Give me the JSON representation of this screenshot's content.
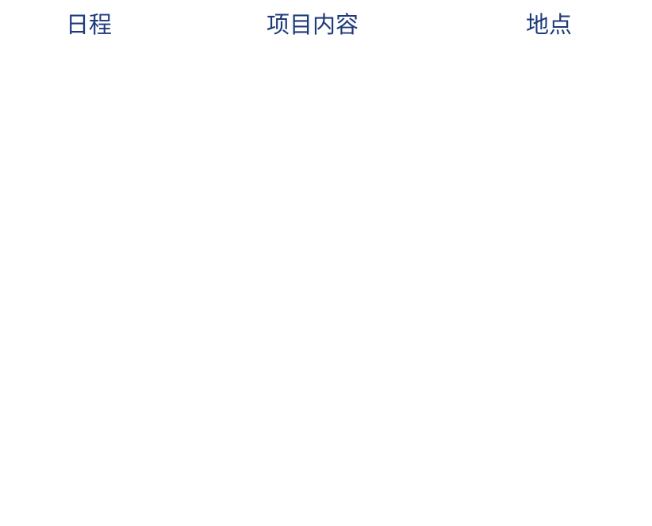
{
  "table": {
    "columns": [
      {
        "label": "日程"
      },
      {
        "label": "项目内容"
      },
      {
        "label": "地点"
      }
    ],
    "header_color": "#1f3a7a",
    "rows": []
  }
}
